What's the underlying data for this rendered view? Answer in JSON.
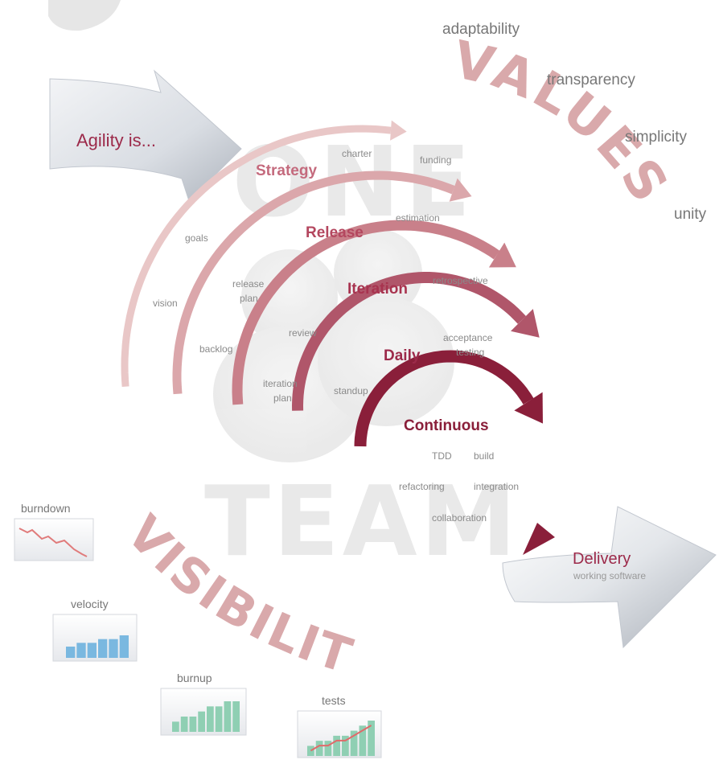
{
  "intro": {
    "label": "Agility is..."
  },
  "delivery": {
    "title": "Delivery",
    "subtitle": "working software"
  },
  "watermark": {
    "top": "ONE",
    "bottom": "TEAM"
  },
  "values": {
    "heading": "VALUES",
    "items": [
      "adaptability",
      "transparency",
      "simplicity",
      "unity"
    ]
  },
  "visibility": {
    "heading": "VISIBILITY",
    "charts": [
      {
        "label": "burndown",
        "values": []
      },
      {
        "label": "velocity",
        "values": [
          3,
          4,
          4,
          5,
          5,
          6
        ]
      },
      {
        "label": "burnup",
        "values": [
          2,
          3,
          3,
          4,
          5,
          5,
          6,
          6
        ]
      },
      {
        "label": "tests",
        "values": [
          2,
          3,
          3,
          4,
          4,
          5,
          6,
          7
        ]
      }
    ]
  },
  "cycles": [
    {
      "name": "Strategy",
      "color": "#e9c7c7"
    },
    {
      "name": "Release",
      "color": "#dba7ab"
    },
    {
      "name": "Iteration",
      "color": "#c9808a"
    },
    {
      "name": "Daily",
      "color": "#b0566a"
    },
    {
      "name": "Continuous",
      "color": "#8a1f3a"
    }
  ],
  "practices": {
    "charter": "charter",
    "funding": "funding",
    "estimation": "estimation",
    "goals": "goals",
    "vision": "vision",
    "release_plan_1": "release",
    "release_plan_2": "plan",
    "backlog": "backlog",
    "review": "review",
    "retrospective": "retrospective",
    "iteration_plan_1": "iteration",
    "iteration_plan_2": "plan",
    "acceptance_testing_1": "acceptance",
    "acceptance_testing_2": "testing",
    "standup": "standup",
    "tdd": "TDD",
    "build": "build",
    "refactoring": "refactoring",
    "integration": "integration",
    "collaboration": "collaboration"
  },
  "colors": {
    "values_heading": "#d9a9ab",
    "cycle_label": "#9c2a4a",
    "practice_text": "#888888",
    "velocity_bars": "#7ab8e0",
    "burnup_bars": "#8fcfb3",
    "tests_bars": "#8fcfb3",
    "tests_line": "#e06a6a",
    "burndown_line": "#e07b7b"
  }
}
